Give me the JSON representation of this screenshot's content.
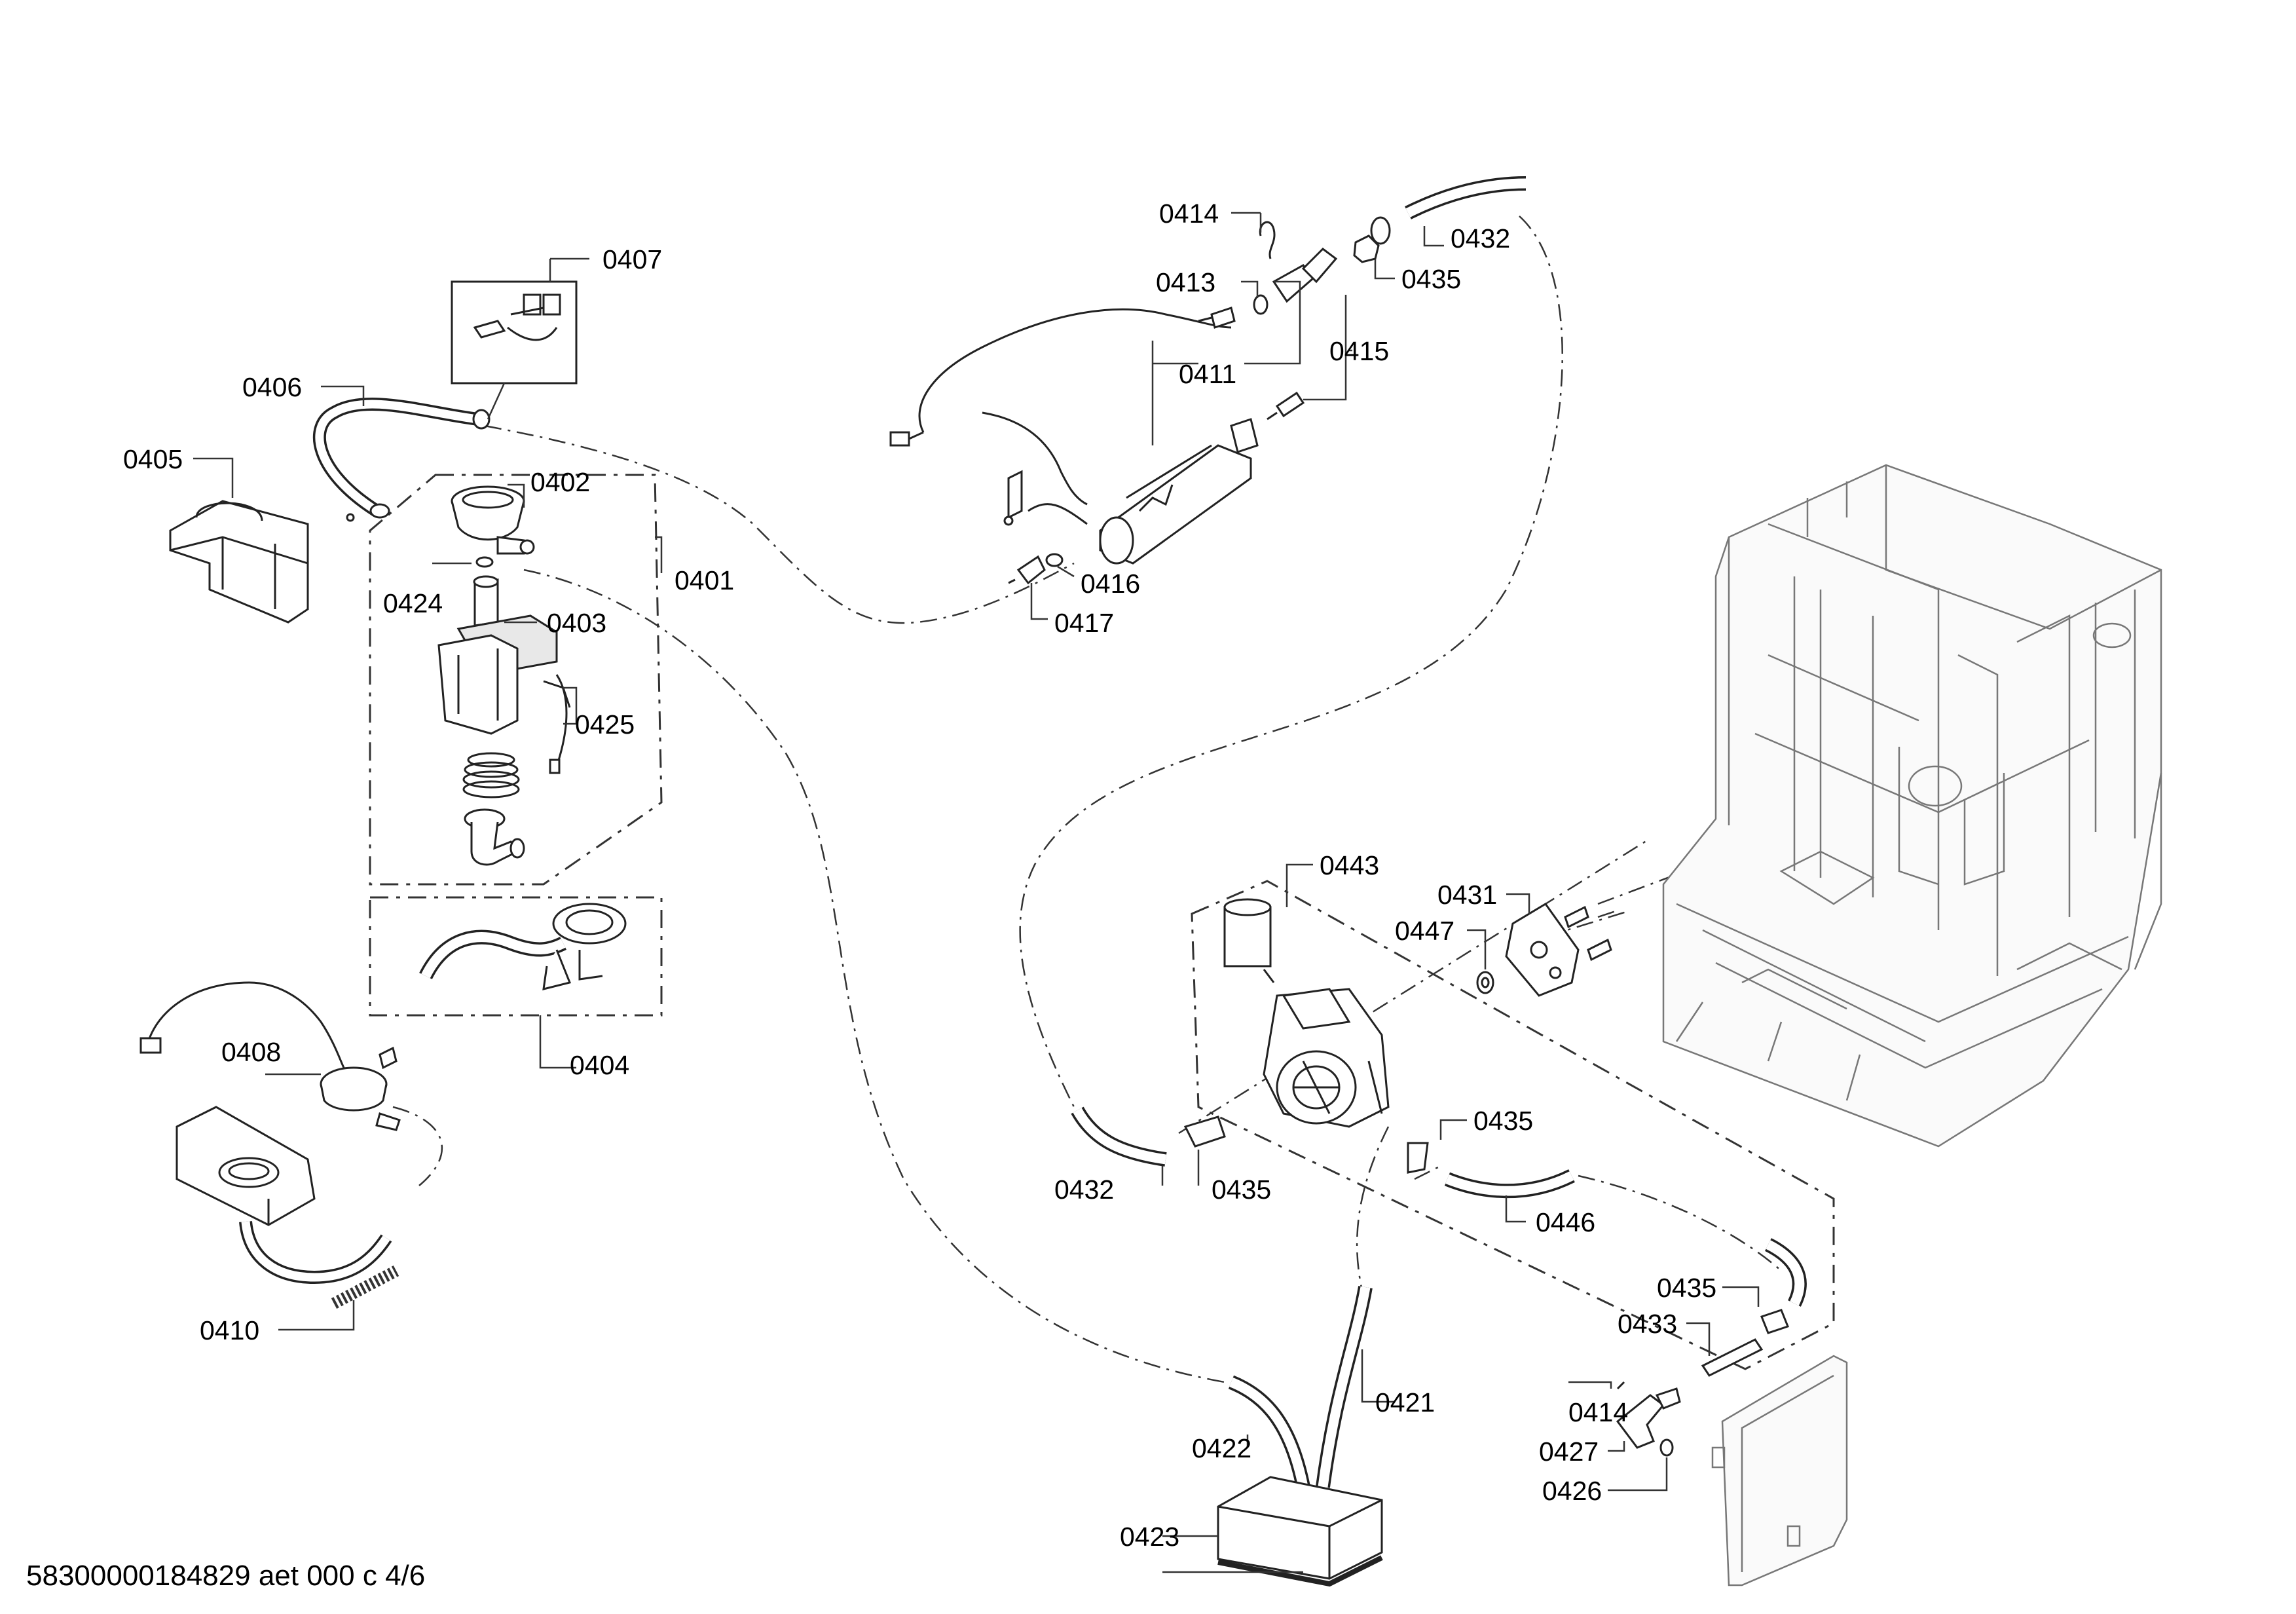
{
  "diagram": {
    "footer_text": "58300000184829 aet 000 c 4/6",
    "labels": {
      "p0401": "0401",
      "p0402": "0402",
      "p0403": "0403",
      "p0404": "0404",
      "p0405": "0405",
      "p0406": "0406",
      "p0407": "0407",
      "p0408": "0408",
      "p0410": "0410",
      "p0411": "0411",
      "p0413": "0413",
      "p0414_top": "0414",
      "p0414_bottom": "0414",
      "p0415": "0415",
      "p0416": "0416",
      "p0417": "0417",
      "p0421": "0421",
      "p0422": "0422",
      "p0423": "0423",
      "p0424": "0424",
      "p0425": "0425",
      "p0426": "0426",
      "p0427": "0427",
      "p0431": "0431",
      "p0432_top": "0432",
      "p0432_mid": "0432",
      "p0433": "0433",
      "p0435_top": "0435",
      "p0435_mid": "0435",
      "p0435_right": "0435",
      "p0435_lower": "0435",
      "p0443": "0443",
      "p0446": "0446",
      "p0447": "0447"
    }
  }
}
